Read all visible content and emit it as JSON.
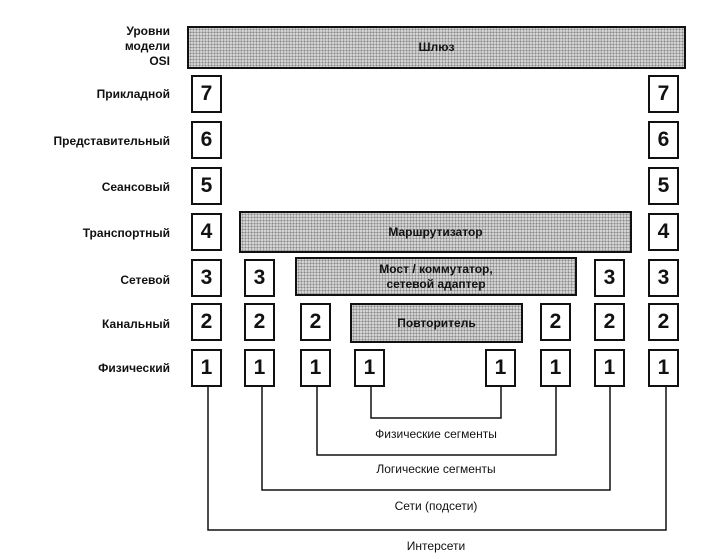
{
  "header": {
    "line1": "Уровни",
    "line2": "модели",
    "line3": "OSI"
  },
  "layers": [
    {
      "name": "Прикладной",
      "num": "7"
    },
    {
      "name": "Представительный",
      "num": "6"
    },
    {
      "name": "Сеансовый",
      "num": "5"
    },
    {
      "name": "Транспортный",
      "num": "4"
    },
    {
      "name": "Сетевой",
      "num": "3"
    },
    {
      "name": "Канальный",
      "num": "2"
    },
    {
      "name": "Физический",
      "num": "1"
    }
  ],
  "devices": {
    "gateway": "Шлюз",
    "router": "Маршрутизатор",
    "bridge_line1": "Мост / коммутатор,",
    "bridge_line2": "сетевой адаптер",
    "repeater": "Повторитель"
  },
  "segments": {
    "physical": "Физические сегменты",
    "logical": "Логические сегменты",
    "networks": "Сети (подсети)",
    "internets": "Интерсети"
  }
}
